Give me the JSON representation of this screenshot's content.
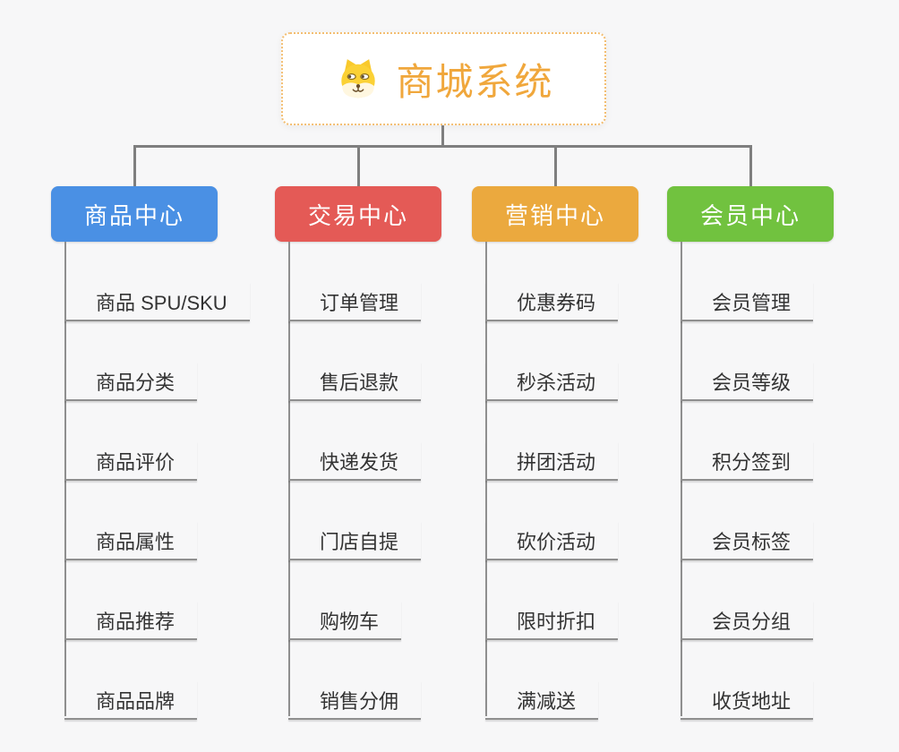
{
  "root": {
    "title": "商城系统",
    "icon": "dog-face-icon"
  },
  "colors": {
    "background": "#F7F7F8",
    "root_title": "#F0A73C",
    "root_border": "#F3BE72",
    "connector": "#7F7F7F",
    "leaf_text": "#333333"
  },
  "branches": [
    {
      "label": "商品中心",
      "color": "#4A90E4",
      "children": [
        "商品 SPU/SKU",
        "商品分类",
        "商品评价",
        "商品属性",
        "商品推荐",
        "商品品牌"
      ]
    },
    {
      "label": "交易中心",
      "color": "#E45A56",
      "children": [
        "订单管理",
        "售后退款",
        "快递发货",
        "门店自提",
        "购物车",
        "销售分佣"
      ]
    },
    {
      "label": "营销中心",
      "color": "#EBA93E",
      "children": [
        "优惠券码",
        "秒杀活动",
        "拼团活动",
        "砍价活动",
        "限时折扣",
        "满减送"
      ]
    },
    {
      "label": "会员中心",
      "color": "#71C23F",
      "children": [
        "会员管理",
        "会员等级",
        "积分签到",
        "会员标签",
        "会员分组",
        "收货地址"
      ]
    }
  ]
}
